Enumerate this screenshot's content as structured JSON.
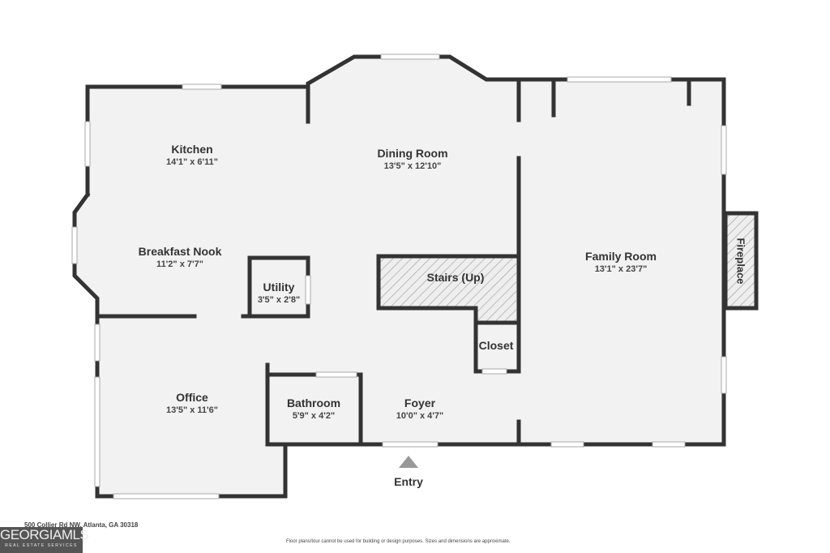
{
  "rooms": [
    {
      "name": "Kitchen",
      "dims": "14'1\" x 6'11\""
    },
    {
      "name": "Dining Room",
      "dims": "13'5\" x 12'10\""
    },
    {
      "name": "Family Room",
      "dims": "13'1\" x 23'7\""
    },
    {
      "name": "Breakfast Nook",
      "dims": "11'2\" x 7'7\""
    },
    {
      "name": "Utility",
      "dims": "3'5\" x 2'8\""
    },
    {
      "name": "Office",
      "dims": "13'5\" x 11'6\""
    },
    {
      "name": "Bathroom",
      "dims": "5'9\" x 4'2\""
    },
    {
      "name": "Foyer",
      "dims": "10'0\" x 4'7\""
    }
  ],
  "stairs": "Stairs (Up)",
  "closet": "Closet",
  "fireplace": "Fireplace",
  "entry": "Entry",
  "address": "500 Collier Rd NW, Atlanta, GA 30318",
  "disclaimer": "Floor plans/tour cannot be used for building or design purposes. Sizes and dimensions are approximate.",
  "logo": {
    "name": "GEORGIAMLS",
    "tagline": "REAL ESTATE SERVICES"
  },
  "colors": {
    "wall": "#333333",
    "floor": "#f2f2f2"
  }
}
